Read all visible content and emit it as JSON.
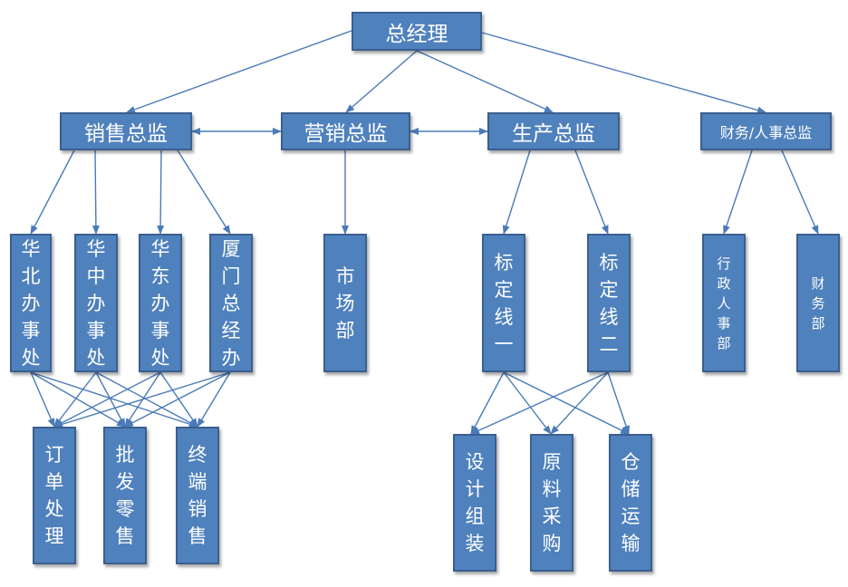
{
  "nodes": {
    "ceo": "总经理",
    "sales_director": "销售总监",
    "marketing_director": "营销总监",
    "production_director": "生产总监",
    "finance_hr_director": "财务/人事总监",
    "north_china_office": "华北办事处",
    "central_china_office": "华中办事处",
    "east_china_office": "华东办事处",
    "xiamen_office": "厦门总经办",
    "market_dept": "市场部",
    "line_one": "标定线一",
    "line_two": "标定线二",
    "admin_hr_dept": "行政人事部",
    "finance_dept": "财务部",
    "order_processing": "订单处理",
    "wholesale_retail": "批发零售",
    "terminal_sales": "终端销售",
    "design_assembly": "设计组装",
    "raw_material_purchase": "原料采购",
    "warehouse_transport": "仓储运输"
  },
  "colors": {
    "box_fill": "#4f81bd",
    "box_border": "#3a5f8f",
    "connector": "#4a7ab8",
    "text": "#ffffff"
  }
}
